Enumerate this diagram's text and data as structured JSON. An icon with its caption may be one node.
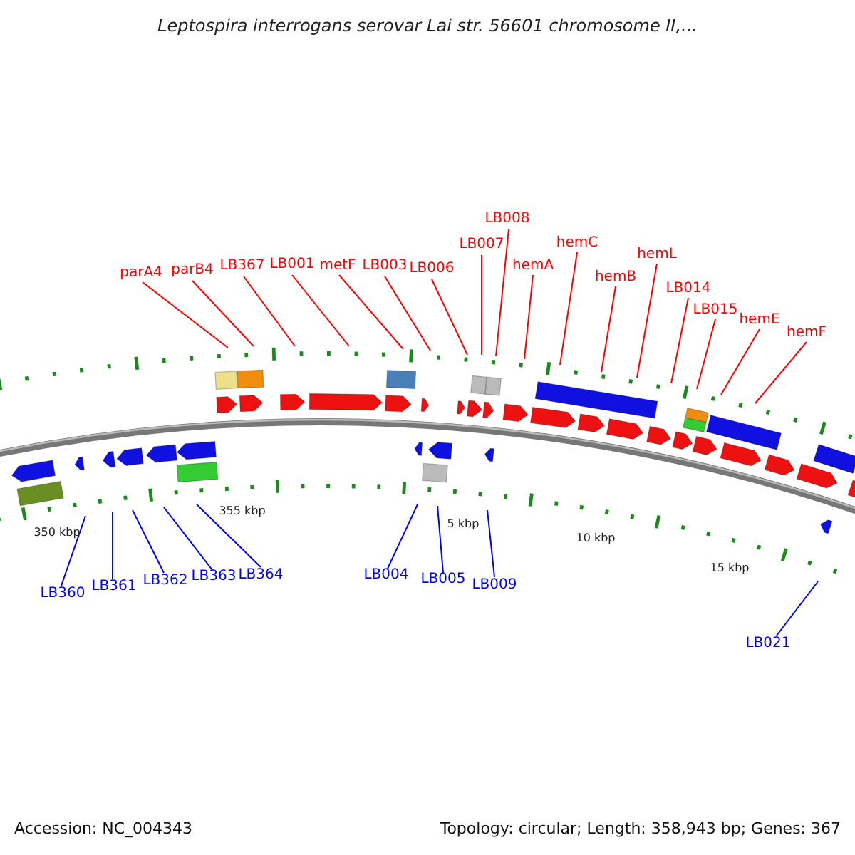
{
  "diagram": {
    "title": "Leptospira interrogans serovar Lai str. 56601 chromosome II,...",
    "nodes": [
      {
        "text": [
          "parA4"
        ]
      },
      {
        "text": [
          "parB4"
        ]
      },
      {
        "text": [
          "LB367"
        ]
      },
      {
        "text": [
          "LB001"
        ]
      },
      {
        "text": [
          "metF"
        ]
      },
      {
        "text": [
          "LB003"
        ]
      },
      {
        "text": [
          "LB006"
        ]
      },
      {
        "text": [
          "LB007"
        ]
      },
      {
        "text": [
          "LB008"
        ]
      },
      {
        "text": [
          "hemA"
        ]
      },
      {
        "text": [
          "hemC"
        ]
      },
      {
        "text": [
          "hemB"
        ]
      },
      {
        "text": [
          "hemL"
        ]
      },
      {
        "text": [
          "LB014"
        ]
      },
      {
        "text": [
          "LB015"
        ]
      },
      {
        "text": [
          "hemE"
        ]
      },
      {
        "text": [
          "hemF"
        ]
      },
      {
        "text": [
          "LB360"
        ]
      },
      {
        "text": [
          "LB361"
        ]
      },
      {
        "text": [
          "LB362"
        ]
      },
      {
        "text": [
          "LB363"
        ]
      },
      {
        "text": [
          "LB364"
        ]
      },
      {
        "text": [
          "LB004"
        ]
      },
      {
        "text": [
          "LB005"
        ]
      },
      {
        "text": [
          "LB009"
        ]
      },
      {
        "text": [
          "LB021"
        ]
      }
    ],
    "edges": [
      {
        "from": 0,
        "to": null,
        "arrow": "none"
      },
      {
        "from": 1,
        "to": null,
        "arrow": "none"
      },
      {
        "from": 2,
        "to": null,
        "arrow": "none"
      },
      {
        "from": 3,
        "to": null,
        "arrow": "none"
      },
      {
        "from": 4,
        "to": null,
        "arrow": "none"
      },
      {
        "from": 5,
        "to": null,
        "arrow": "none"
      },
      {
        "from": 6,
        "to": null,
        "arrow": "none"
      },
      {
        "from": 7,
        "to": null,
        "arrow": "none"
      },
      {
        "from": 8,
        "to": null,
        "arrow": "none"
      },
      {
        "from": 9,
        "to": null,
        "arrow": "none"
      },
      {
        "from": 10,
        "to": null,
        "arrow": "none"
      },
      {
        "from": 11,
        "to": null,
        "arrow": "none"
      },
      {
        "from": 12,
        "to": null,
        "arrow": "none"
      },
      {
        "from": 13,
        "to": null,
        "arrow": "none"
      },
      {
        "from": 14,
        "to": null,
        "arrow": "none"
      },
      {
        "from": 15,
        "to": null,
        "arrow": "none"
      },
      {
        "from": 16,
        "to": null,
        "arrow": "none"
      },
      {
        "from": 17,
        "to": null,
        "arrow": "none",
        "color": "#0000ff"
      },
      {
        "from": 18,
        "to": null,
        "arrow": "none",
        "color": "#0000ff"
      },
      {
        "from": 19,
        "to": null,
        "arrow": "none",
        "color": "#0000ff"
      },
      {
        "from": 20,
        "to": null,
        "arrow": "none",
        "color": "#0000ff"
      },
      {
        "from": 21,
        "to": null,
        "arrow": "none",
        "color": "#0000ff"
      },
      {
        "from": 22,
        "to": null,
        "arrow": "none",
        "color": "#0000ff"
      },
      {
        "from": 23,
        "to": null,
        "arrow": "none",
        "color": "#0000ff"
      },
      {
        "from": 24,
        "to": null,
        "arrow": "none",
        "color": "#0000ff"
      },
      {
        "from": 25,
        "to": null,
        "arrow": "none",
        "color": "#0000ff"
      }
    ],
    "labels": [
      "350 kbp",
      "355 kbp",
      "5 kbp",
      "10 kbp",
      "15 kbp",
      "Accession: NC_004343",
      "Topology: circular; Length: 358,943 bp; Genes: 367"
    ]
  }
}
